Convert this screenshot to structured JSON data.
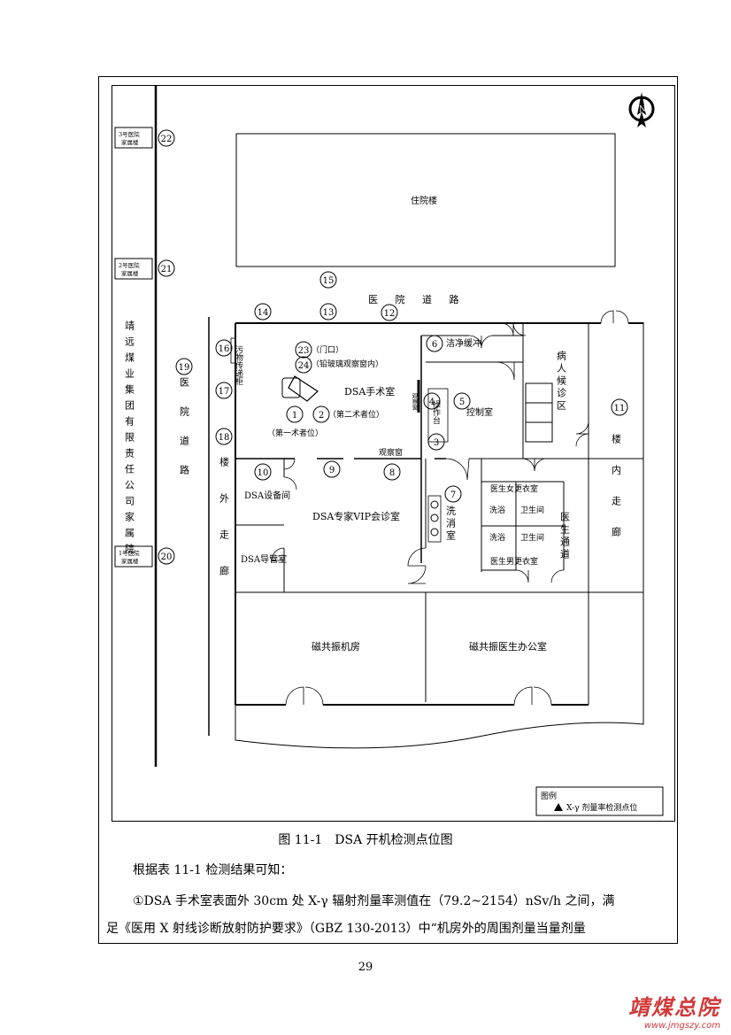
{
  "diagram": {
    "buildings": {
      "b3": [
        "3号医院",
        "家属楼"
      ],
      "b2": [
        "2号医院",
        "家属楼"
      ],
      "b1": [
        "1号医院",
        "家属楼"
      ],
      "inpatient": "住院楼"
    },
    "left_text": "靖远煤业集团有限责任公司家属院",
    "road_left": "医院道路",
    "road_top": "医 院 道 路",
    "corridor_outer": "楼外走廊",
    "corridor_inner": "楼内走廊",
    "rooms": {
      "transfer": "污物传递柜",
      "clean_corridor": "洁净缓冲",
      "waiting": "病人候诊区",
      "dsa_room": "DSA手术室",
      "control": "控制室",
      "console": "操作台",
      "obs_window_1": "观察窗",
      "obs_window_2": "观察窗",
      "operator2": "（第二术者位）",
      "operator1": "（第一术者位）",
      "p23": "（门口）",
      "p24": "（铅玻璃观察窗内）",
      "equip": "DSA设备间",
      "vip": "DSA专家VIP会诊室",
      "storage": "DSA导管室",
      "wash": "洗消室",
      "female_change": "医生女更衣室",
      "male_change": "医生男更衣室",
      "bath1": "洗浴",
      "bath2": "洗浴",
      "toilet1": "卫生间",
      "toilet2": "卫生间",
      "doctor_corridor": "医生通道",
      "mri_room": "磁共振机房",
      "mri_office": "磁共振医生办公室"
    },
    "points": [
      "1",
      "2",
      "3",
      "4",
      "5",
      "6",
      "7",
      "8",
      "9",
      "10",
      "11",
      "12",
      "13",
      "14",
      "15",
      "16",
      "17",
      "18",
      "19",
      "20",
      "21",
      "22",
      "23",
      "24"
    ],
    "legend": {
      "title": "图例",
      "item": "X-γ 剂量率检测点位"
    },
    "compass": "N"
  },
  "caption": "图 11-1　DSA 开机检测点位图",
  "paragraphs": [
    "根据表 11-1 检测结果可知：",
    "①DSA 手术室表面外 30cm 处 X-γ 辐射剂量率测值在（79.2~2154）nSv/h 之间，满",
    "足《医用 X 射线诊断放射防护要求》（GBZ 130-2013）中“机房外的周围剂量当量剂量"
  ],
  "page_number": "29",
  "watermark": {
    "name": "靖煤总院",
    "url": "www.jmgszy.com"
  }
}
